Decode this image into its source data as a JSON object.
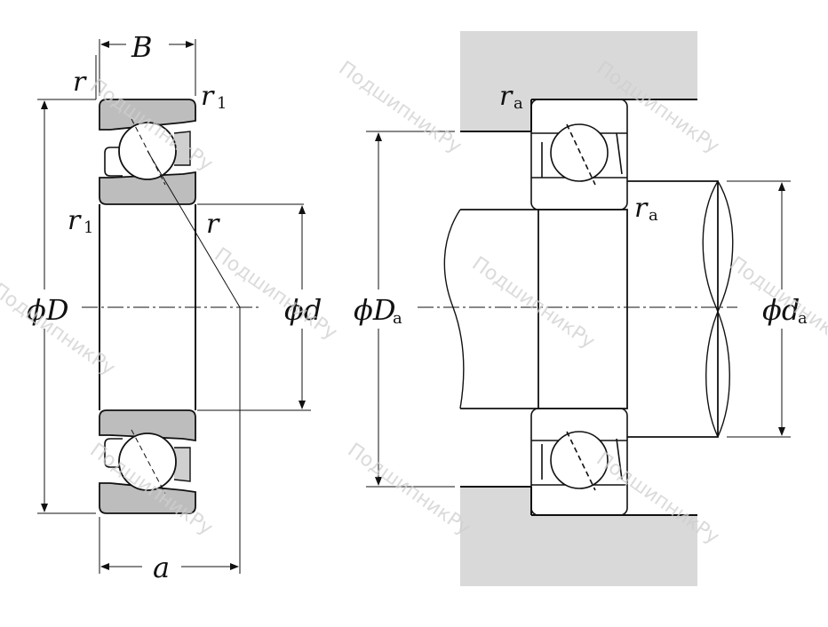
{
  "colors": {
    "line": "#111111",
    "ring_fill": "#bdbdbd",
    "housing_fill": "#d9d9d9",
    "ball_fill": "#ffffff",
    "watermark": "#cfcfcf"
  },
  "left_view": {
    "labels": {
      "width": "B",
      "outer_diameter": "ϕD",
      "bore_diameter": "ϕd",
      "load_center": "a",
      "chamfer": "r",
      "chamfer_small": "r",
      "chamfer_small_index": "1"
    }
  },
  "right_view": {
    "labels": {
      "housing_diameter": "ϕD",
      "shaft_diameter": "ϕd",
      "subscript": "a",
      "fillet": "r"
    }
  },
  "watermark": {
    "text": "ПодшипникРу",
    "icon": "watermark-text"
  },
  "icons": [
    "ball-icon",
    "cage-icon",
    "arrow-icon"
  ]
}
